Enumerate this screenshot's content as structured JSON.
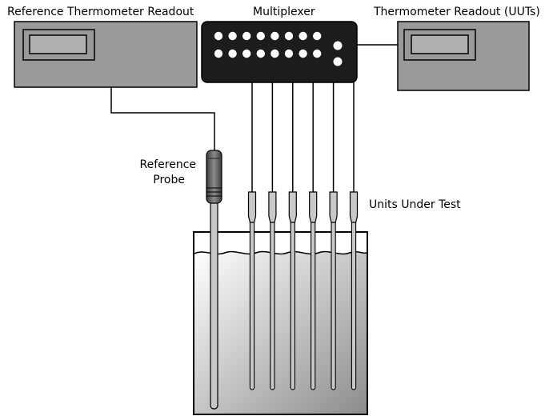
{
  "labels": {
    "reference_readout": "Reference Thermometer Readout",
    "multiplexer": "Multiplexer",
    "uut_readout": "Thermometer Readout (UUTs)",
    "reference_probe_line1": "Reference",
    "reference_probe_line2": "Probe",
    "units_under_test": "Units Under Test"
  },
  "colors": {
    "device_fill": "#9a9a9a",
    "display_fill": "#b0b0b0",
    "multiplexer_fill": "#1c1c1c",
    "port_fill": "#ffffff",
    "wire": "#000000",
    "probe_fill": "#c8c8c8",
    "bath_light": "#ffffff",
    "bath_dark": "#8c8c8c",
    "ref_probe_handle": "#5a5a5a"
  },
  "multiplexer": {
    "port_rows": 2,
    "ports_per_row": 8,
    "side_buttons": 2
  },
  "uut_probe_count": 6,
  "icons": {
    "reference_probe": "thermometer-probe",
    "uut_probe": "thermometer-probe",
    "bath": "liquid-bath"
  }
}
